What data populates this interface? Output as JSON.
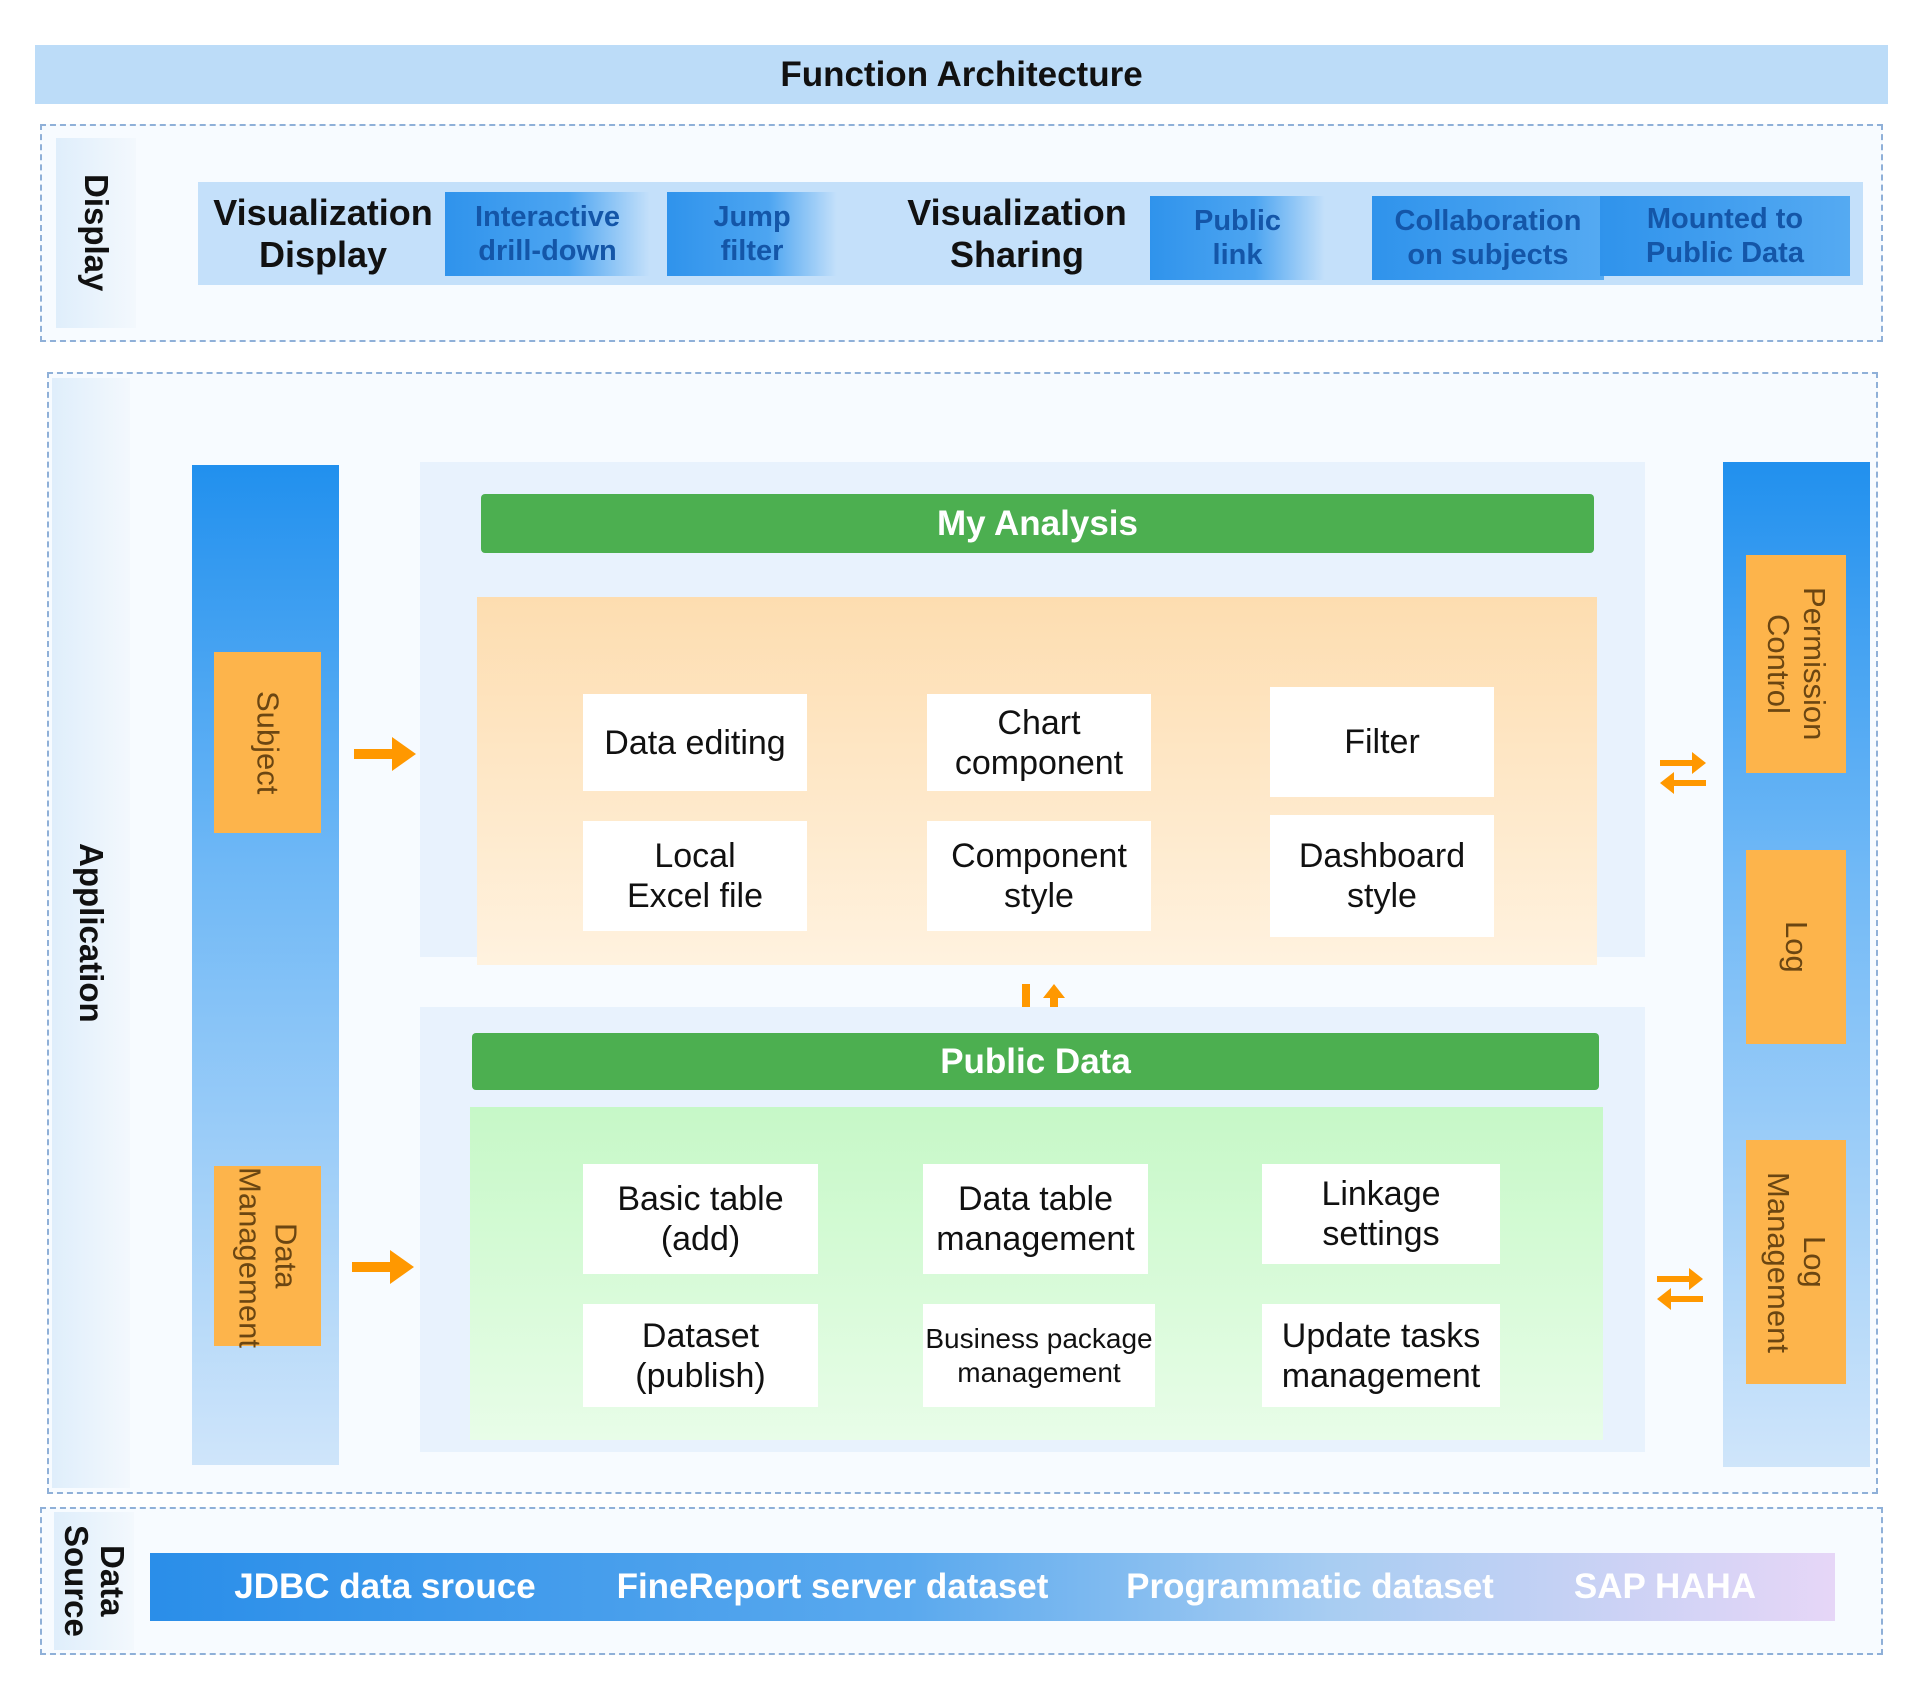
{
  "title": "Function Architecture",
  "sections": {
    "display": "Display",
    "application": "Application",
    "data_source": "Data Source"
  },
  "display": {
    "visualization_display": "Visualization Display",
    "interactive_drilldown": "Interactive drill-down",
    "jump_filter": "Jump filter",
    "visualization_sharing": "Visualization Sharing",
    "public_link": "Public link",
    "collaboration_on_subjects": "Collaboration on subjects",
    "mounted_to_public_data": "Mounted to Public Data"
  },
  "application": {
    "left_column": {
      "subject": "Subject",
      "data_management": "Data Management"
    },
    "my_analysis": {
      "title": "My Analysis",
      "items": [
        "Data editing",
        "Chart component",
        "Filter",
        "Local Excel file",
        "Component style",
        "Dashboard style"
      ]
    },
    "public_data": {
      "title": "Public Data",
      "items": [
        "Basic table (add)",
        "Data table management",
        "Linkage settings",
        "Dataset (publish)",
        "Business package management",
        "Update tasks management"
      ]
    },
    "right_column": {
      "permission_control": "Permission Control",
      "log": "Log",
      "log_management": "Log Management"
    }
  },
  "data_sources": [
    "JDBC data srouce",
    "FineReport server dataset",
    "Programmatic dataset",
    "SAP HAHA"
  ],
  "colors": {
    "header_blue": "#bcdcf8",
    "chip_blue": "#2f93ec",
    "green_bar": "#4caf50",
    "orange_tag": "#fdb44b",
    "arrow_orange": "#ff9800"
  }
}
